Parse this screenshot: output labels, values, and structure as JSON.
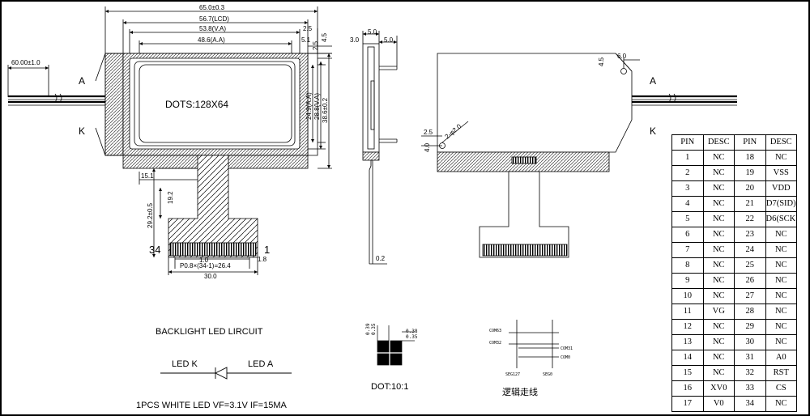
{
  "front_view": {
    "dims": {
      "overall_width": "65.0±0.3",
      "lcd_width": "56.7(LCD)",
      "va_width": "53.8(V.A)",
      "aa_width": "48.6(A.A)",
      "lead_length": "60.00±1.0",
      "right_2_5": "2.5",
      "right_5_1": "5.1",
      "right_4_5": "4.5",
      "right_2_5b": "2.5",
      "aa_height": "24.9(A.A)",
      "va_height": "28.8(V.A)",
      "overall_height": "38.6±0.2",
      "fpc_offset": "15.1",
      "fpc_step": "19.2",
      "fpc_length": "29.2±0.5",
      "pin_offset": "1.0",
      "pin_pitch": "P0.8×(34-1)=26.4",
      "pin_edge": "1.8",
      "fpc_width": "30.0"
    },
    "display_label": "DOTS:128X64",
    "anode_label": "A",
    "cathode_label": "K",
    "pin_last": "34",
    "pin_first": "1"
  },
  "side_view": {
    "dims": {
      "d_3_0": "3.0",
      "d_5_0a": "5.0",
      "d_5_0b": "5.0",
      "d_0_2": "0.2"
    }
  },
  "rear_view": {
    "dims": {
      "d_4_5": "4.5",
      "d_6_0": "6.0",
      "d_2_5": "2.5",
      "d_4_0": "4.0",
      "hole": "2-φ2.0"
    },
    "anode_label": "A",
    "cathode_label": "K"
  },
  "backlight": {
    "title": "BACKLIGHT LED LIRCUIT",
    "led_k": "LED K",
    "led_a": "LED A",
    "spec": "1PCS WHITE LED VF=3.1V IF=15MA"
  },
  "dot_detail": {
    "label": "DOT:10:1",
    "d_a": "0.39",
    "d_b": "0.35",
    "d_c": "0.38",
    "d_d": "0.35"
  },
  "routing": {
    "com63": "COM63",
    "com32": "COM32",
    "com31": "COM31",
    "com0": "COM0",
    "seg127": "SEG127",
    "seg0": "SEG0",
    "caption": "逻辑走线"
  },
  "pin_table": {
    "headers": [
      "PIN",
      "DESC",
      "PIN",
      "DESC"
    ],
    "rows": [
      [
        "1",
        "NC",
        "18",
        "NC"
      ],
      [
        "2",
        "NC",
        "19",
        "VSS"
      ],
      [
        "3",
        "NC",
        "20",
        "VDD"
      ],
      [
        "4",
        "NC",
        "21",
        "D7(SID)"
      ],
      [
        "5",
        "NC",
        "22",
        "D6(SCK)"
      ],
      [
        "6",
        "NC",
        "23",
        "NC"
      ],
      [
        "7",
        "NC",
        "24",
        "NC"
      ],
      [
        "8",
        "NC",
        "25",
        "NC"
      ],
      [
        "9",
        "NC",
        "26",
        "NC"
      ],
      [
        "10",
        "NC",
        "27",
        "NC"
      ],
      [
        "11",
        "VG",
        "28",
        "NC"
      ],
      [
        "12",
        "NC",
        "29",
        "NC"
      ],
      [
        "13",
        "NC",
        "30",
        "NC"
      ],
      [
        "14",
        "NC",
        "31",
        "A0"
      ],
      [
        "15",
        "NC",
        "32",
        "RST"
      ],
      [
        "16",
        "XV0",
        "33",
        "CS"
      ],
      [
        "17",
        "V0",
        "34",
        "NC"
      ]
    ]
  }
}
